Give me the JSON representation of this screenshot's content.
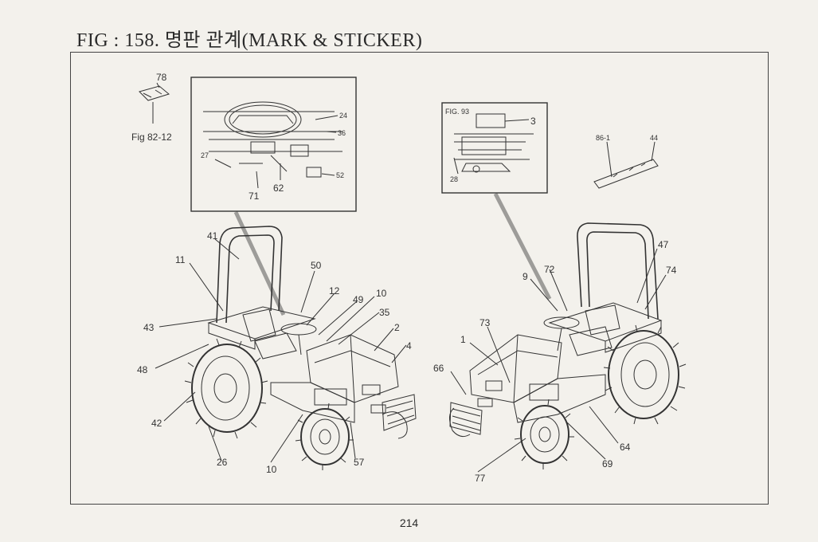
{
  "title": "FIG : 158. 명판 관계(MARK & STICKER)",
  "page_number": "214",
  "ref_figure": "Fig 82-12",
  "inset_left": {
    "labels": [
      "24",
      "36",
      "27",
      "52",
      "71",
      "62"
    ]
  },
  "inset_right": {
    "ref": "FIG. 93",
    "labels": [
      "3",
      "28"
    ]
  },
  "sticker_detail": {
    "labels": [
      "86-1",
      "44"
    ]
  },
  "small_part": {
    "label": "78"
  },
  "left_tractor_callouts": [
    "41",
    "11",
    "50",
    "12",
    "49",
    "10",
    "35",
    "2",
    "4",
    "43",
    "48",
    "42",
    "26",
    "10",
    "57"
  ],
  "right_tractor_callouts": [
    "47",
    "74",
    "72",
    "9",
    "73",
    "1",
    "66",
    "64",
    "69",
    "77"
  ]
}
